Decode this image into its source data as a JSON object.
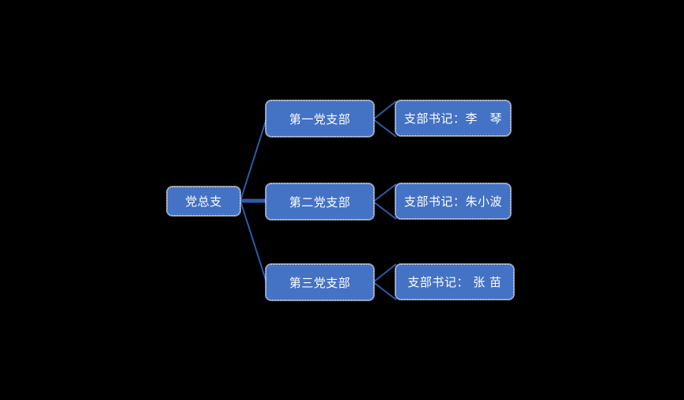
{
  "diagram": {
    "type": "organization-chart",
    "background_color": "#000000",
    "node_fill_color": "#4472c4",
    "node_border_color": "#ffffff",
    "node_text_color": "#ffffff",
    "connector_color": "#2e5ba8",
    "root": {
      "label": "党总支"
    },
    "branches": [
      {
        "label": "第一党支部",
        "leaf": "支部书记：李　琴"
      },
      {
        "label": "第二党支部",
        "leaf": "支部书记：朱小波"
      },
      {
        "label": "第三党支部",
        "leaf": "支部书记： 张 苗"
      }
    ]
  }
}
